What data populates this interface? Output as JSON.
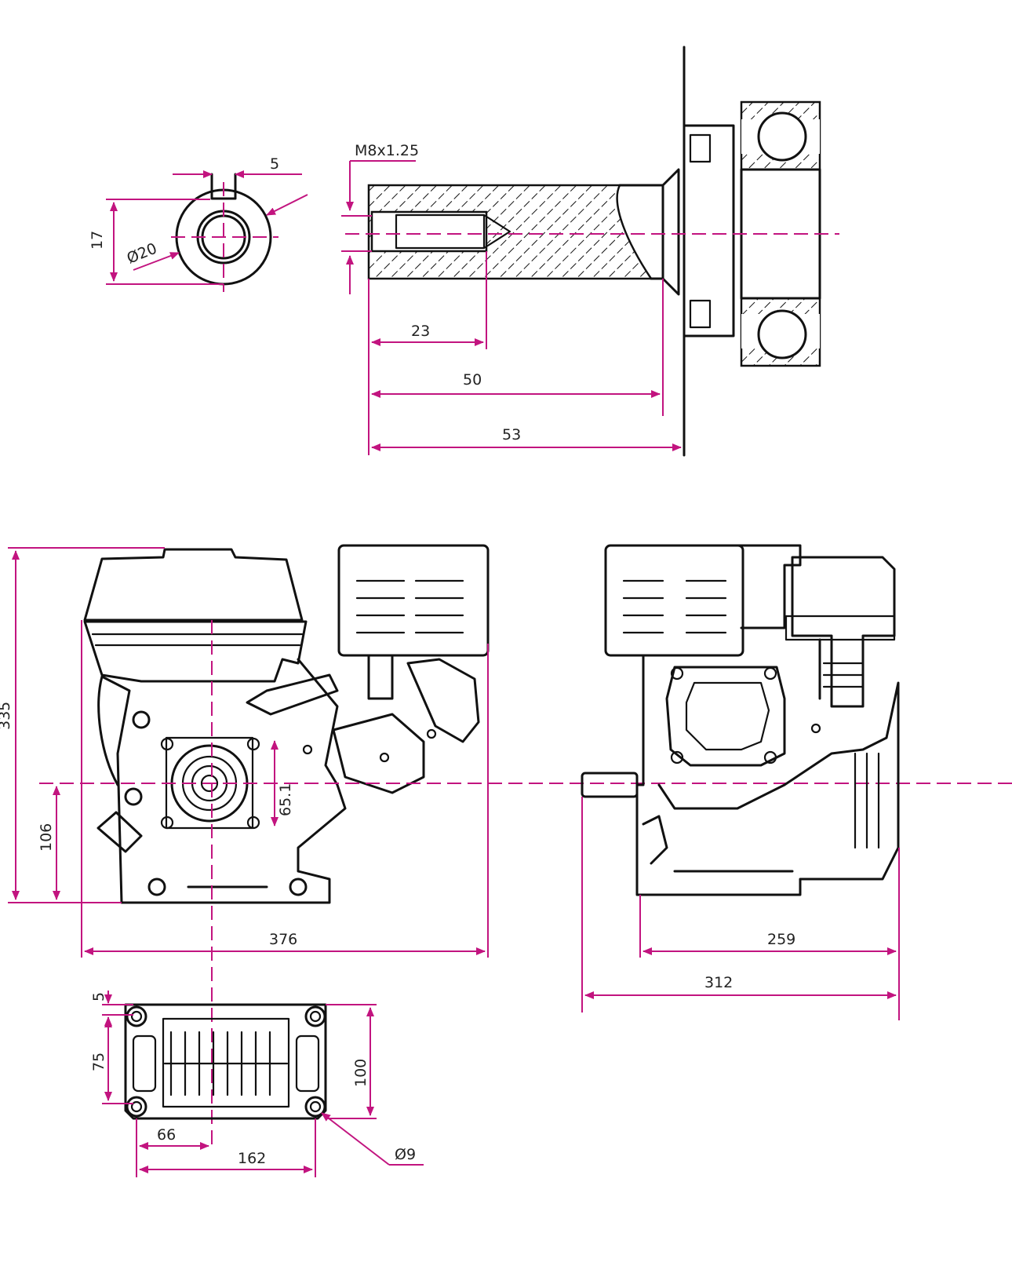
{
  "colors": {
    "dimension": "#c2147f",
    "linework": "#111111"
  },
  "shaft_end_view": {
    "key_width": "5",
    "key_height": "17",
    "diameter": "Ø20"
  },
  "shaft_section": {
    "thread": "M8x1.25",
    "thread_depth": "23",
    "shaft_length": "50",
    "shaft_to_flange": "53"
  },
  "front_view": {
    "total_height": "335",
    "shaft_height": "106",
    "width": "376",
    "bolt_circle": "65.1"
  },
  "side_view": {
    "base_length": "259",
    "total_length": "312"
  },
  "base_view": {
    "hole_offset": "5",
    "hole_spacing_v": "75",
    "base_depth": "100",
    "center_offset": "66",
    "hole_spacing_h": "162",
    "hole_diameter": "Ø9"
  }
}
